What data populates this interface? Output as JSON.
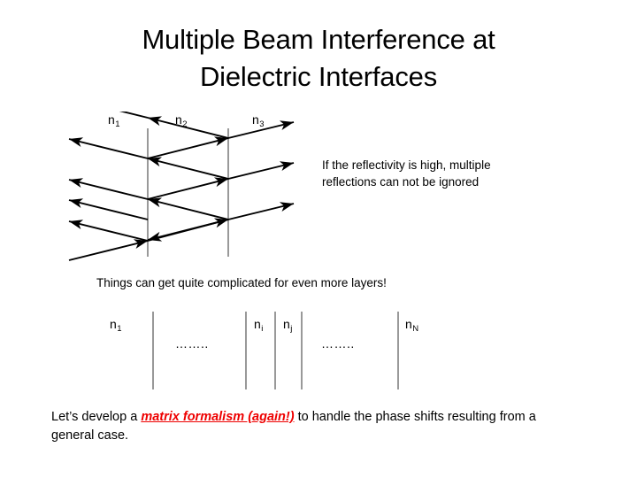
{
  "slide": {
    "title": {
      "line1": "Multiple Beam Interference at",
      "line2": "Dielectric Interfaces"
    },
    "ray_diagram": {
      "labels": [
        {
          "base": "n",
          "sub": "1"
        },
        {
          "base": "n",
          "sub": "2"
        },
        {
          "base": "n",
          "sub": "3"
        }
      ],
      "interface_color": "#999999",
      "ray_color": "#000000"
    },
    "reflectivity_note": {
      "line1": "If the reflectivity is high, multiple",
      "line2": "reflections can not be ignored"
    },
    "layers_caption": "Things can get quite complicated for even more layers!",
    "multilayer_diagram": {
      "labels": [
        {
          "base": "n",
          "sub": "1"
        },
        {
          "base": "n",
          "sub": "i"
        },
        {
          "base": "n",
          "sub": "j"
        },
        {
          "base": "n",
          "sub": "N"
        }
      ],
      "ellipsis_left": "……..",
      "ellipsis_right": "……..",
      "interface_color": "#999999"
    },
    "closing_text": {
      "before": "Let’s develop a ",
      "accent": "matrix formalism (again!)",
      "after": " to handle the phase shifts resulting from a general case.",
      "accent_color": "#ee0000"
    }
  }
}
